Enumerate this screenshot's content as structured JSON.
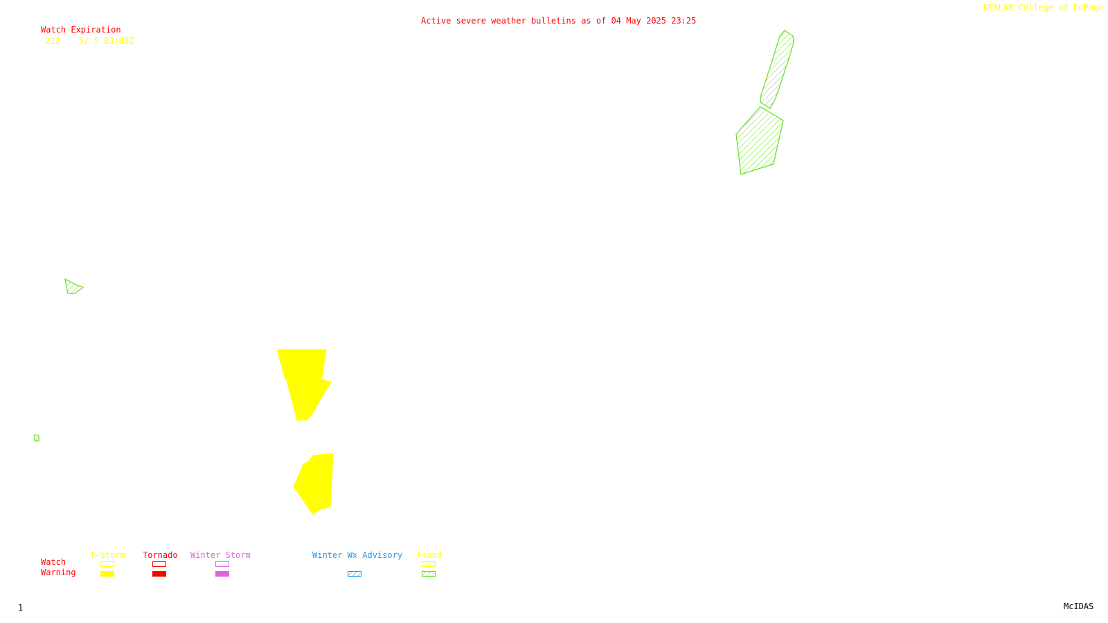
{
  "header": {
    "title": "Active severe weather bulletins as of 04 May 2025 23:25",
    "credit": "NEXLAB-College of DuPage R",
    "watch_expiration_label": "Watch Expiration",
    "watches": [
      {
        "number": "222",
        "expires": "5/ 5 03:00Z"
      }
    ]
  },
  "legend": {
    "row_labels": {
      "watch": "Watch",
      "warning": "Warning"
    },
    "columns": [
      {
        "label": "T-Storm",
        "color": "#ffff00"
      },
      {
        "label": "Tornado",
        "color": "#ff0000"
      },
      {
        "label": "Winter Storm",
        "color": "#dd66dd"
      },
      {
        "label": "Winter Wx Advisory",
        "color": "#2299ee"
      },
      {
        "label": "Flood",
        "color": "#66dd22"
      }
    ]
  },
  "footer": {
    "frame_number": "1",
    "software": "McIDAS"
  },
  "polygons": [
    {
      "type": "flood-warning",
      "color": "#66dd22",
      "style": "hatched"
    },
    {
      "type": "flood-warning",
      "color": "#66dd22",
      "style": "hatched"
    },
    {
      "type": "flood-warning",
      "color": "#66dd22",
      "style": "hatched"
    },
    {
      "type": "flood-warning",
      "color": "#66dd22",
      "style": "hatched"
    },
    {
      "type": "tstorm-warning",
      "color": "#ffff00",
      "style": "filled"
    },
    {
      "type": "tstorm-warning",
      "color": "#ffff00",
      "style": "filled"
    },
    {
      "type": "tstorm-warning",
      "color": "#ffff00",
      "style": "filled"
    }
  ]
}
